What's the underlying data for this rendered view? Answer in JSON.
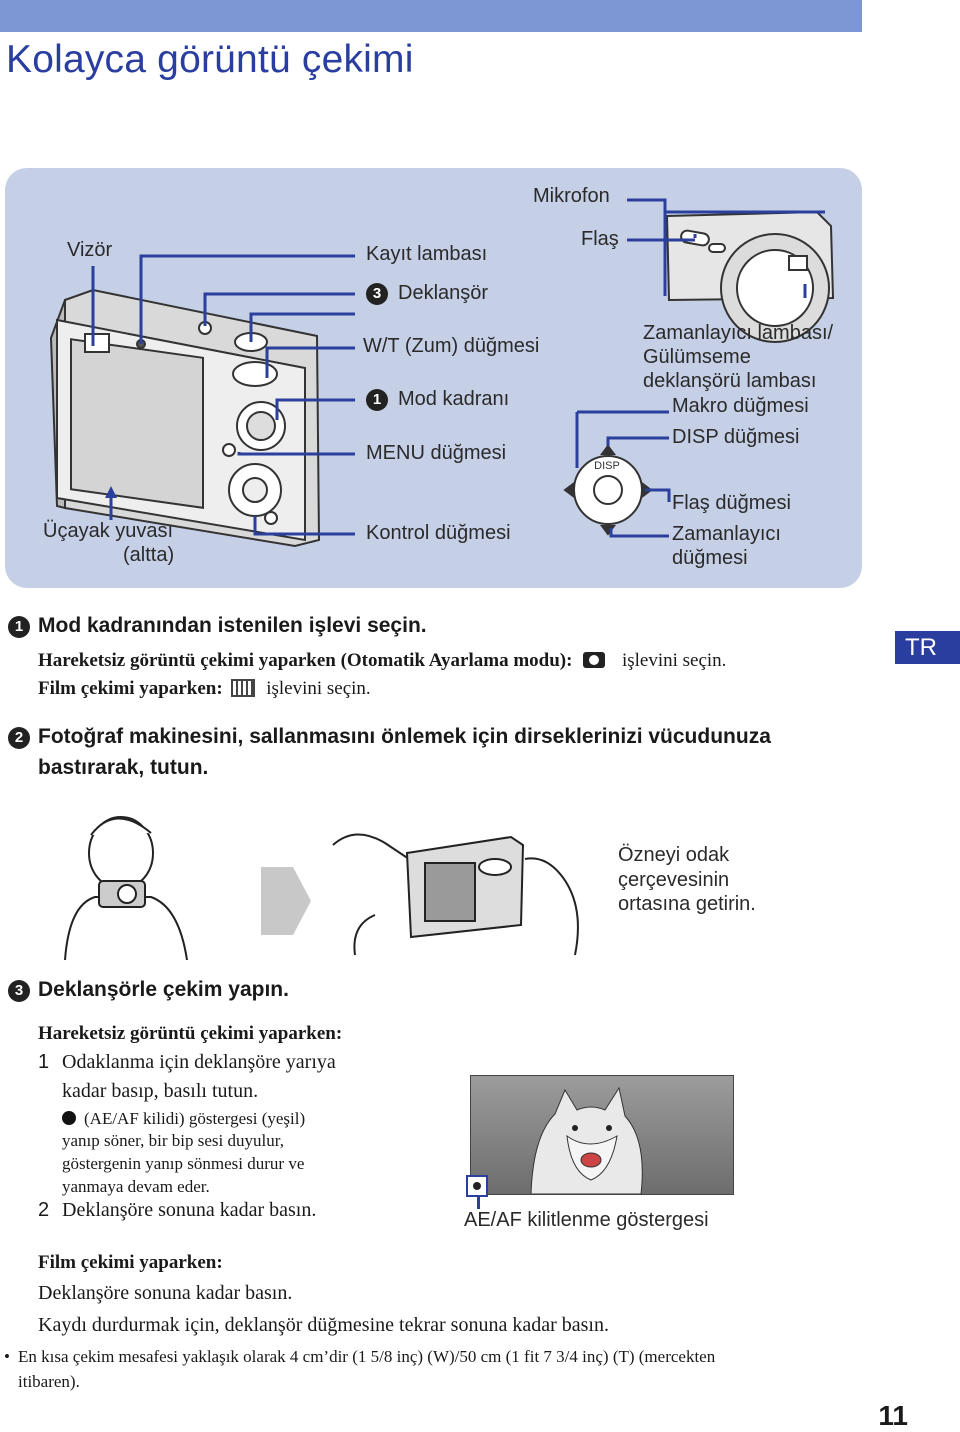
{
  "title": "Kolayca görüntü çekimi",
  "diagram": {
    "labels": {
      "mikrofon": "Mikrofon",
      "vizor": "Vizör",
      "kayit_lambasi": "Kayıt lambası",
      "flas": "Flaş",
      "deklansor": "Deklanşör",
      "wt_zum": "W/T (Zum) düğmesi",
      "zamanlayici_lambasi": "Zamanlayıcı lambası/",
      "gulumseme": "Gülümseme",
      "deklansoru_lambasi": "deklanşörü lambası",
      "mod_kadrani": "Mod kadranı",
      "makro": "Makro düğmesi",
      "disp_dugmesi": "DISP düğmesi",
      "menu": "MENU düğmesi",
      "flas_dugmesi": "Flaş düğmesi",
      "ucayak_1": "Üçayak yuvası",
      "ucayak_2": "(altta)",
      "kontrol": "Kontrol düğmesi",
      "zamanlayici_1": "Zamanlayıcı",
      "zamanlayici_2": "düğmesi",
      "disp_small": "DISP"
    },
    "badges": {
      "deklansor": "3",
      "mod_kadrani": "1"
    }
  },
  "tr_tab": "TR",
  "steps": [
    {
      "num": "1",
      "heading": "Mod kadranından istenilen işlevi seçin.",
      "line1_prefix": "Hareketsiz görüntü çekimi yaparken (Otomatik Ayarlama modu):",
      "line1_suffix": "işlevini seçin.",
      "line2_prefix": "Film çekimi yaparken:",
      "line2_suffix": "işlevini seçin."
    },
    {
      "num": "2",
      "heading_1": "Fotoğraf makinesini, sallanmasını önlemek için dirseklerinizi vücudunuza",
      "heading_2": "bastırarak, tutun.",
      "caption_1": "Özneyi odak",
      "caption_2": "çerçevesinin",
      "caption_3": "ortasına getirin."
    },
    {
      "num": "3",
      "heading": "Deklanşörle çekim yapın.",
      "still_heading": "Hareketsiz görüntü çekimi yaparken:",
      "item1_num": "1",
      "item1_a": "Odaklanma için deklanşöre yarıya",
      "item1_b": "kadar basıp, basılı tutun.",
      "note_a": "(AE/AF kilidi) göstergesi (yeşil)",
      "note_b": "yanıp söner, bir bip sesi duyulur,",
      "note_c": "göstergenin yanıp sönmesi durur ve",
      "note_d": "yanmaya devam eder.",
      "item2_num": "2",
      "item2": "Deklanşöre sonuna kadar basın.",
      "aeaf_caption": "AE/AF kilitlenme göstergesi",
      "film_heading": "Film çekimi yaparken:",
      "film_1": "Deklanşöre sonuna kadar basın.",
      "film_2": "Kaydı durdurmak için, deklanşör düğmesine tekrar sonuna kadar basın."
    }
  ],
  "footnote_1": "En kısa çekim mesafesi yaklaşık olarak 4 cm’dir (1 5/8 inç) (W)/50 cm (1 fit 7 3/4 inç) (T) (mercekten",
  "footnote_2": "itibaren).",
  "footnote_bullet": "•",
  "page_number": "11",
  "colors": {
    "accent": "#2a3ea0",
    "top_bar": "#7d97d4",
    "diagram_bg": "#c5cfe6",
    "leader": "#2b3f9c"
  }
}
